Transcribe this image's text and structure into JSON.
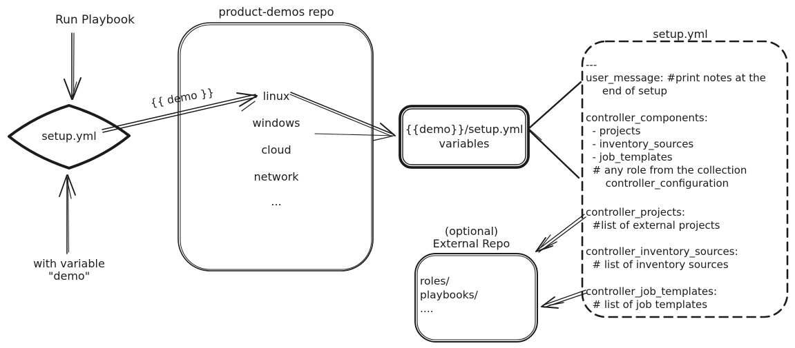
{
  "diagram": {
    "run_playbook_label": "Run Playbook",
    "diamond_label": "setup.yml",
    "with_variable_lines": [
      "with variable",
      "\"demo\""
    ],
    "demo_arrow_label": "{{ demo }}",
    "repo": {
      "title": "product-demos repo",
      "items": [
        "linux",
        "windows",
        "cloud",
        "network",
        "..."
      ]
    },
    "variables_box": {
      "lines": [
        "{{demo}}/setup.yml",
        "variables"
      ]
    },
    "setup_yml": {
      "title": "setup.yml",
      "sections": [
        {
          "lines": [
            "---",
            "user_message: #print notes at the",
            "     end of setup"
          ]
        },
        {
          "lines": [
            "controller_components:",
            "  - projects",
            "  - inventory_sources",
            "  - job_templates",
            "  # any role from the collection",
            "      controller_configuration"
          ]
        },
        {
          "lines": [
            "controller_projects:",
            "  #list of external projects"
          ]
        },
        {
          "lines": [
            "controller_inventory_sources:",
            "  # list of inventory sources"
          ]
        },
        {
          "lines": [
            "controller_job_templates:",
            "  # list of job templates"
          ]
        }
      ]
    },
    "external_repo": {
      "title_lines": [
        "(optional)",
        "External Repo"
      ],
      "content_lines": [
        "roles/",
        "playbooks/",
        "...."
      ]
    },
    "colors": {
      "ink": "#1b1b1b",
      "background": "#ffffff"
    }
  }
}
